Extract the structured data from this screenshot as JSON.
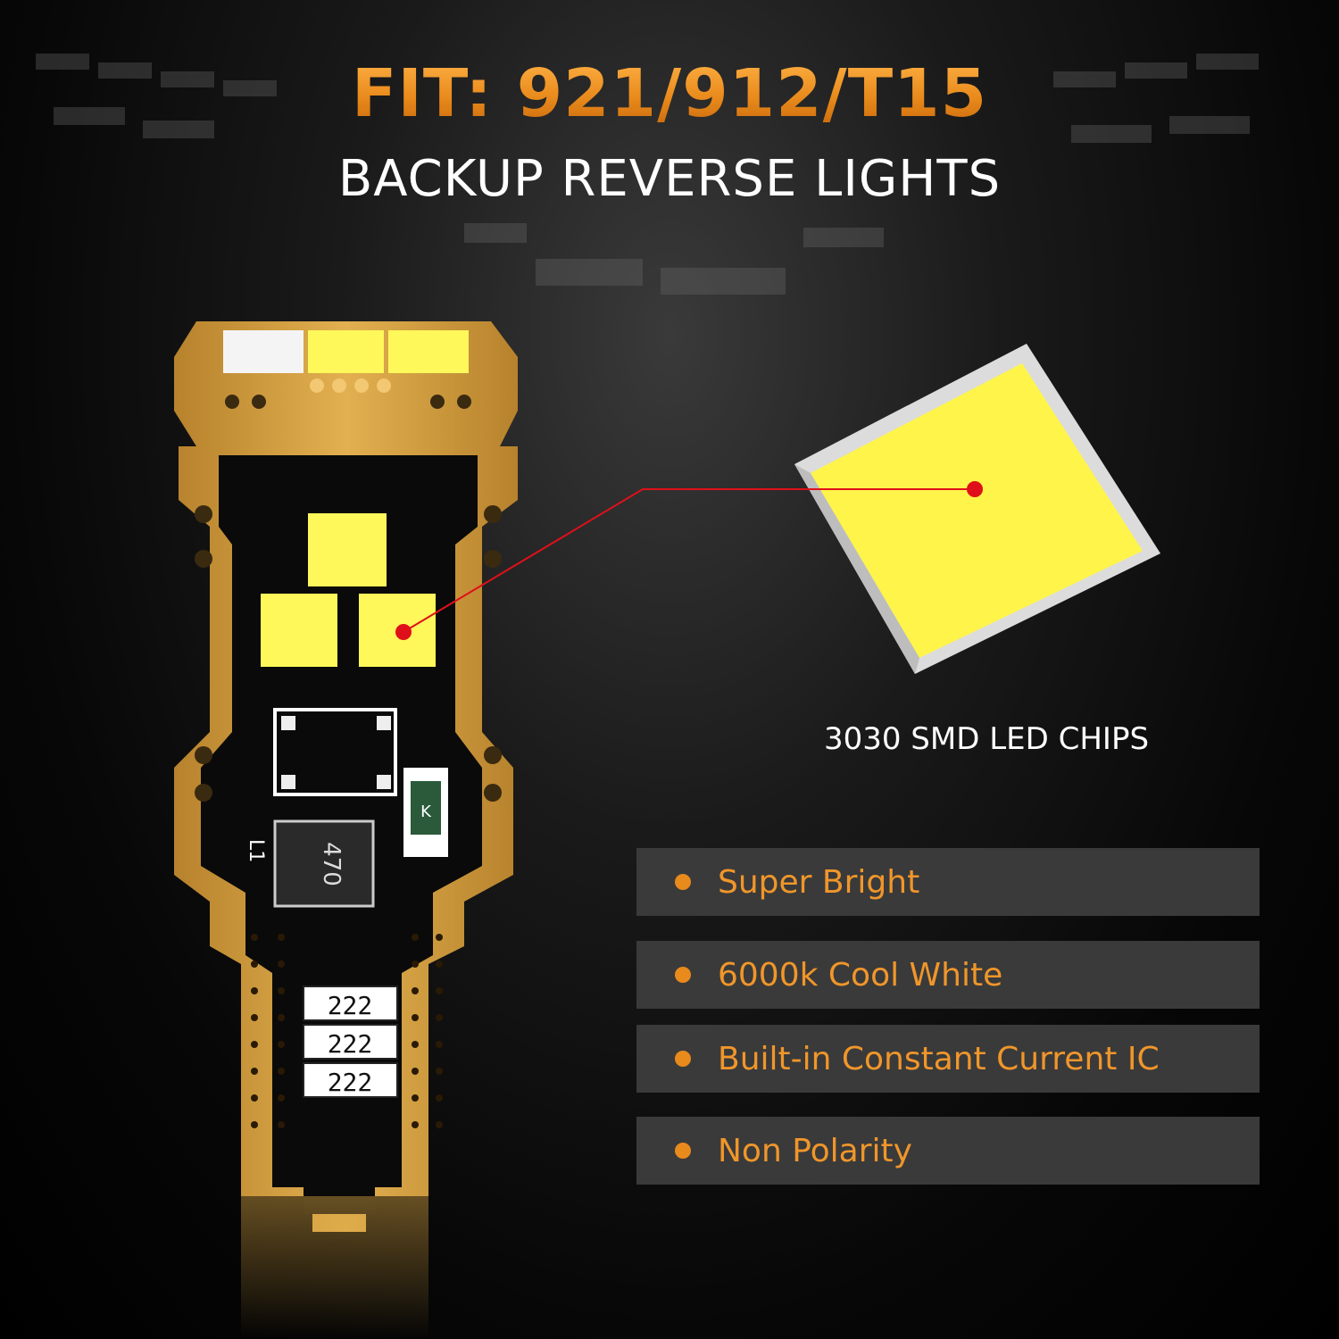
{
  "header": {
    "title": "FIT: 921/912/T15",
    "subtitle": "BACKUP REVERSE LIGHTS"
  },
  "chip": {
    "label": "3030 SMD LED CHIPS"
  },
  "board_markings": {
    "inductor_code": "470",
    "inductor_ref": "L1",
    "resistor_codes": [
      "222",
      "222",
      "222"
    ],
    "small_component_mark": "K"
  },
  "features": [
    {
      "label": "Super Bright"
    },
    {
      "label": "6000k Cool White"
    },
    {
      "label": "Built-in Constant Current IC"
    },
    {
      "label": "Non Polarity"
    }
  ],
  "colors": {
    "accent_orange": "#e98a1c",
    "panel_gray": "#3a3a3a",
    "pcb_gold": "#d9a441",
    "led_yellow": "#fff85a",
    "pointer_red": "#e0101a"
  },
  "icons": {
    "bullet": "bullet-dot-icon"
  }
}
